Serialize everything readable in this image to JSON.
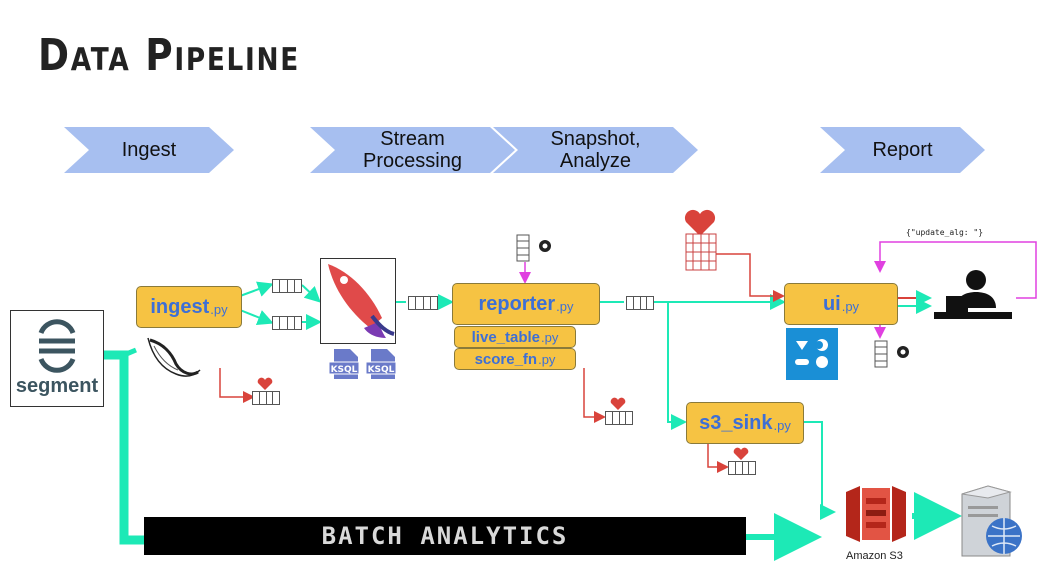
{
  "title": "Data Pipeline",
  "stages": [
    {
      "label": "Ingest"
    },
    {
      "label": "Stream\nProcessing"
    },
    {
      "label": "Snapshot,\nAnalyze"
    },
    {
      "label": "Report"
    }
  ],
  "nodes": {
    "ingest": {
      "name": "ingest",
      "ext": ".py"
    },
    "reporter": {
      "name": "reporter",
      "ext": ".py"
    },
    "live_table": {
      "name": "live_table",
      "ext": ".py"
    },
    "score_fn": {
      "name": "score_fn",
      "ext": ".py"
    },
    "ui": {
      "name": "ui",
      "ext": ".py"
    },
    "s3_sink": {
      "name": "s3_sink",
      "ext": ".py"
    }
  },
  "logos": {
    "segment": "segment",
    "ksql": "KSQL",
    "amazon_s3": "Amazon S3"
  },
  "update_message": "{\"update_alg: \"}",
  "batch_analytics": "BATCH ANALYTICS",
  "icons": [
    "segment-logo",
    "flask-horn-icon",
    "ksql-rocket-icon",
    "ksql-file-icon",
    "heart-icon",
    "gear-icon",
    "queue-icon",
    "table-icon",
    "dashboard-app-icon",
    "user-at-computer-icon",
    "amazon-s3-icon",
    "server-globe-icon"
  ],
  "colors": {
    "stage": "#a7bff0",
    "node": "#f6c343",
    "node_text": "#3d6fd6",
    "flow_teal": "#1de9b6",
    "error_red": "#d9433b",
    "feedback_magenta": "#e040e0",
    "batch_bg": "#000000"
  }
}
